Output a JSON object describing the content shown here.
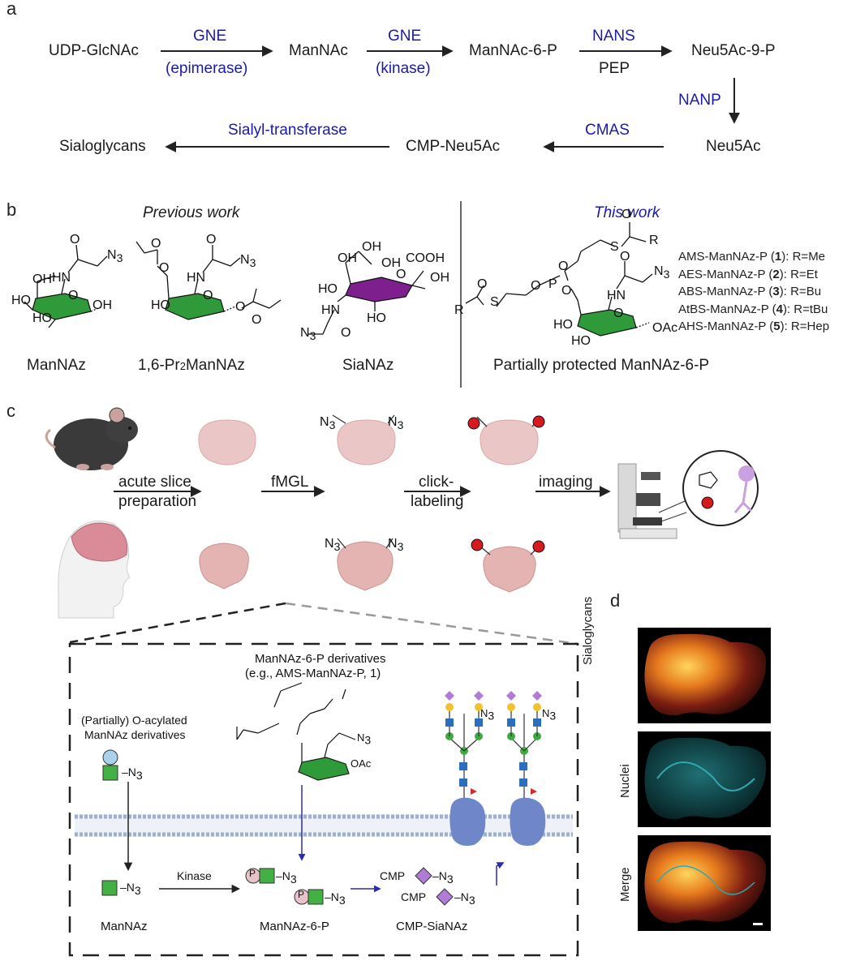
{
  "panel_labels": {
    "a": "a",
    "b": "b",
    "c": "c",
    "d": "d"
  },
  "pathway": {
    "udp": "UDP-GlcNAc",
    "mannac": "ManNAc",
    "mannac6p": "ManNAc-6-P",
    "neu5ac9p": "Neu5Ac-9-P",
    "neu5ac": "Neu5Ac",
    "cmpneu5ac": "CMP-Neu5Ac",
    "sialoglycans": "Sialoglycans",
    "gne1": "GNE",
    "epimerase": "(epimerase)",
    "gne2": "GNE",
    "kinase": "(kinase)",
    "nans": "NANS",
    "pep": "PEP",
    "nanp": "NANP",
    "cmas": "CMAS",
    "sialyl": "Sialyl-transferase"
  },
  "panel_b": {
    "previous": "Previous work",
    "this_work": "This work",
    "mannaz": "ManNAz",
    "pr2": "1,6-Pr",
    "pr2_sub": "2",
    "pr2_end": "ManNAz",
    "sianaz": "SiaNAz",
    "partial": "Partially protected ManNAz-6-P",
    "derivatives": [
      {
        "name": "AMS-ManNAz-P (",
        "num": "1",
        "r": "): R=Me"
      },
      {
        "name": "AES-ManNAz-P (",
        "num": "2",
        "r": "): R=Et"
      },
      {
        "name": "ABS-ManNAz-P (",
        "num": "3",
        "r": "): R=Bu"
      },
      {
        "name": "AtBS-ManNAz-P (",
        "num": "4",
        "r": "): R=tBu"
      },
      {
        "name": "AHS-ManNAz-P (",
        "num": "5",
        "r": "): R=Hep"
      }
    ]
  },
  "panel_c": {
    "step1a": "acute slice",
    "step1b": "preparation",
    "step2": "fMGL",
    "step3a": "click-",
    "step3b": "labeling",
    "step4": "imaging",
    "n3": "N",
    "n3_sub": "3"
  },
  "inset": {
    "title1": "ManNAz-6-P derivatives",
    "title2": "(e.g., AMS-ManNAz-P, 1)",
    "oacyl1": "(Partially) O-acylated",
    "oacyl2": "ManNAz derivatives",
    "kinase": "Kinase",
    "mannaz": "ManNAz",
    "mannaz6p": "ManNAz-6-P",
    "cmpsianaz": "CMP-SiaNAz",
    "cmp": "CMP",
    "p": "P",
    "oac": "OAc"
  },
  "panel_d": {
    "row1": "Sialoglycans",
    "row2": "Nuclei",
    "row3": "Merge"
  },
  "colors": {
    "enzyme_blue": "#1a1aa6",
    "ring_green": "#2f9a3a",
    "ring_purple": "#7d1f8c",
    "tissue": "#e9c2c1",
    "dye_red": "#d71920",
    "membrane": "#aab8d3",
    "protein": "#6f86c8",
    "diamond": "#b07cd6"
  }
}
